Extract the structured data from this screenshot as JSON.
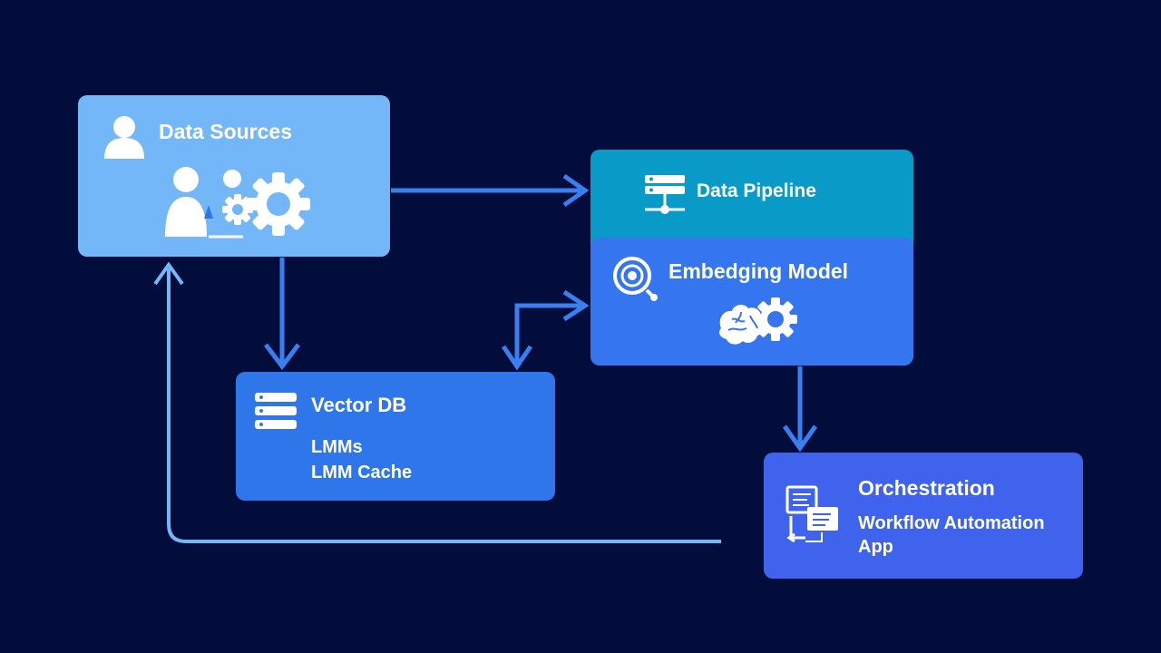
{
  "colors": {
    "background": "#020d3b",
    "data_sources": "#74b7f8",
    "data_pipeline": "#0a9ac8",
    "embedding_model": "#3675f0",
    "vector_db": "#2f76ea",
    "orchestration": "#3f63ec",
    "arrow_light": "#74b7f8",
    "arrow_blue": "#3a7ff0"
  },
  "nodes": {
    "data_sources": {
      "title": "Data Sources",
      "icons": [
        "user-icon",
        "person-icon",
        "gear-icon"
      ]
    },
    "data_pipeline": {
      "title": "Data Pipeline",
      "icons": [
        "server-network-icon"
      ]
    },
    "embedding_model": {
      "title": "Embedging Model",
      "icons": [
        "target-icon",
        "brain-gear-icon"
      ]
    },
    "vector_db": {
      "title": "Vector DB",
      "lines": [
        "LMMs",
        "LMM Cache"
      ],
      "icons": [
        "database-icon"
      ]
    },
    "orchestration": {
      "title": "Orchestration",
      "lines": [
        "Workflow Automation",
        "App"
      ],
      "icons": [
        "workflow-documents-icon"
      ]
    }
  },
  "edges": [
    {
      "from": "data_sources",
      "to": "data_pipeline"
    },
    {
      "from": "data_sources",
      "to": "vector_db"
    },
    {
      "from": "vector_db",
      "to": "embedding_model",
      "bidirectional": true
    },
    {
      "from": "embedding_model",
      "to": "orchestration"
    },
    {
      "from": "orchestration",
      "to": "data_sources"
    }
  ]
}
